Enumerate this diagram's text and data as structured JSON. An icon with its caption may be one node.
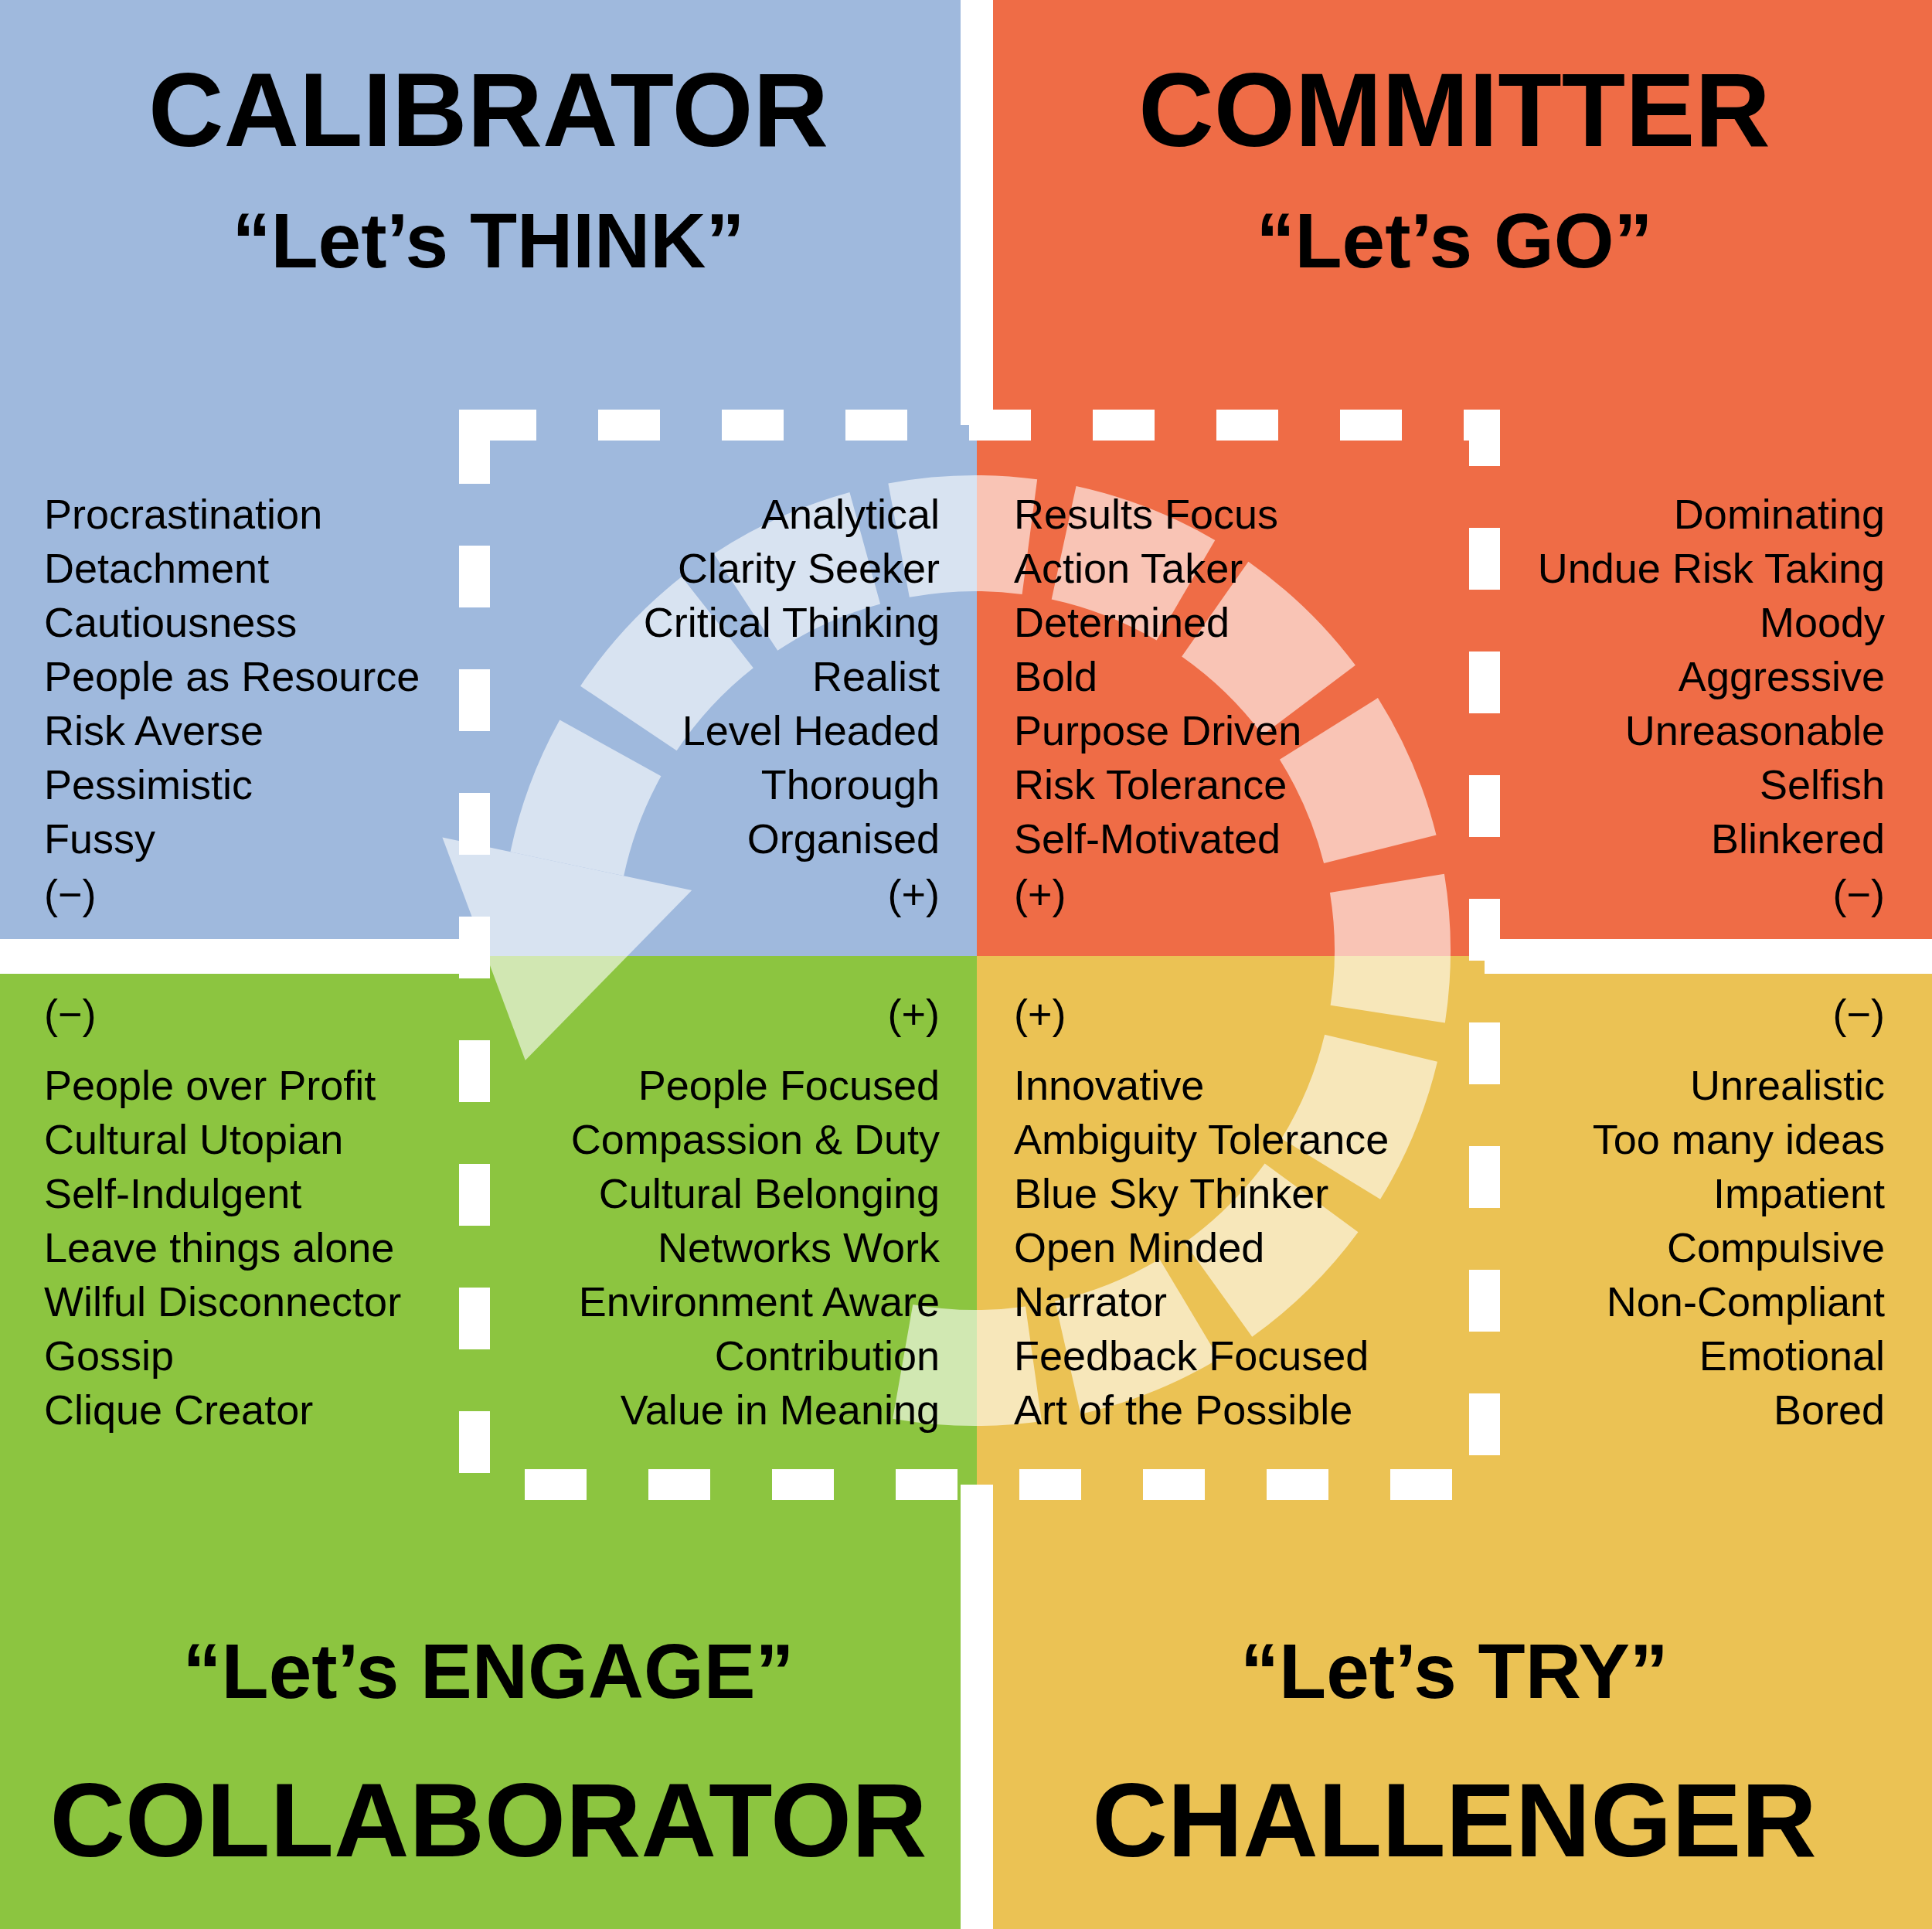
{
  "diagram": {
    "nodes": [
      {
        "text": [
          "CALIBRATOR",
          "“Let’s THINK”"
        ]
      },
      {
        "text": [
          "Procrastination",
          "Detachment",
          "Cautiousness",
          "People as Resource",
          "Risk Averse",
          "Pessimistic",
          "Fussy",
          "(−)"
        ],
        "in": 0
      },
      {
        "text": [
          "Analytical",
          "Clarity Seeker",
          "Critical Thinking",
          "Realist",
          "Level Headed",
          "Thorough",
          "Organised",
          "(+)"
        ],
        "in": 0
      },
      {
        "text": [
          "COMMITTER",
          "“Let’s GO”"
        ]
      },
      {
        "text": [
          "Results Focus",
          "Action Taker",
          "Determined",
          "Bold",
          "Purpose Driven",
          "Risk Tolerance",
          "Self-Motivated",
          "(+)"
        ],
        "in": 3
      },
      {
        "text": [
          "Dominating",
          "Undue Risk Taking",
          "Moody",
          "Aggressive",
          "Unreasonable",
          "Selfish",
          "Blinkered",
          "(−)"
        ],
        "in": 3
      },
      {
        "text": [
          "“Let’s ENGAGE”",
          "COLLABORATOR"
        ]
      },
      {
        "text": [
          "(−)",
          "People over Profit",
          "Cultural Utopian",
          "Self-Indulgent",
          "Leave things alone",
          "Wilful Disconnector",
          "Gossip",
          "Clique Creator"
        ],
        "in": 6
      },
      {
        "text": [
          "(+)",
          "People Focused",
          "Compassion & Duty",
          "Cultural Belonging",
          "Networks Work",
          "Environment Aware",
          "Contribution",
          "Value in Meaning"
        ],
        "in": 6
      },
      {
        "text": [
          "“Let’s TRY”",
          "CHALLENGER"
        ]
      },
      {
        "text": [
          "(+)",
          "Innovative",
          "Ambiguity Tolerance",
          "Blue Sky Thinker",
          "Open Minded",
          "Narrator",
          "Feedback Focused",
          "Art of the Possible"
        ],
        "in": 9
      },
      {
        "text": [
          "(−)",
          "Unrealistic",
          "Too many ideas",
          "Impatient",
          "Compulsive",
          "Non-Compliant",
          "Emotional",
          "Bored"
        ],
        "in": 9
      }
    ]
  }
}
